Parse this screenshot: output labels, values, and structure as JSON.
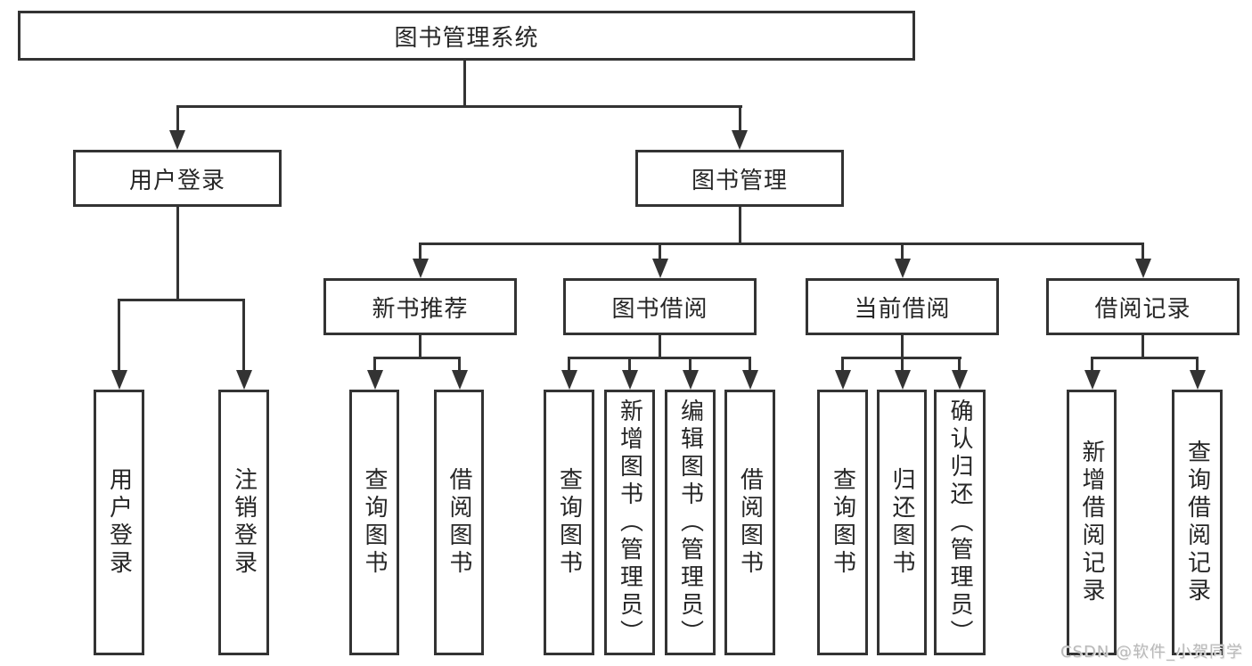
{
  "tree": {
    "root": "图书管理系统",
    "branches": [
      {
        "label": "用户登录",
        "children": [
          "用户登录",
          "注销登录"
        ]
      },
      {
        "label": "图书管理",
        "sections": [
          {
            "label": "新书推荐",
            "children": [
              "查询图书",
              "借阅图书"
            ]
          },
          {
            "label": "图书借阅",
            "children": [
              "查询图书",
              "新增图书（管理员）",
              "编辑图书（管理员）",
              "借阅图书"
            ]
          },
          {
            "label": "当前借阅",
            "children": [
              "查询图书",
              "归还图书",
              "确认归还（管理员）"
            ]
          },
          {
            "label": "借阅记录",
            "children": [
              "新增借阅记录",
              "查询借阅记录"
            ]
          }
        ]
      }
    ]
  },
  "watermark": {
    "text": "CSDN @软件_小贺同学"
  },
  "colors": {
    "line": "#333333",
    "text": "#262626",
    "background": "#ffffff",
    "watermark": "#b9b9b9"
  }
}
